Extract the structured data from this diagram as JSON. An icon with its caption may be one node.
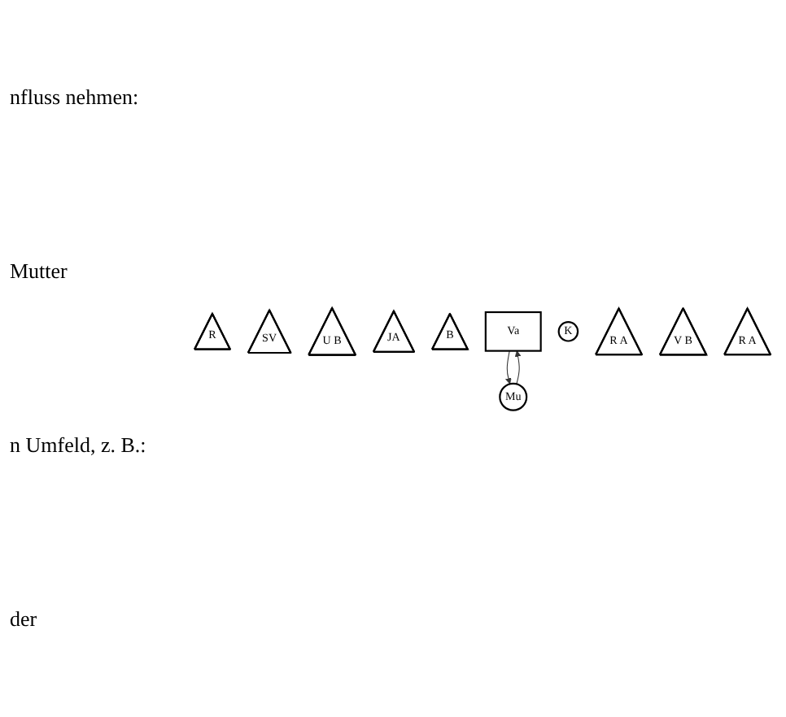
{
  "diagram": {
    "nodes": [
      {
        "text": [
          "R"
        ]
      },
      {
        "text": [
          "SV"
        ]
      },
      {
        "text": [
          "U B"
        ]
      },
      {
        "text": [
          "JA"
        ]
      },
      {
        "text": [
          "B"
        ]
      },
      {
        "text": [
          "Va"
        ]
      },
      {
        "text": [
          "Mu"
        ]
      },
      {
        "text": [
          "K"
        ]
      },
      {
        "text": [
          "R A"
        ]
      },
      {
        "text": [
          "V B"
        ]
      },
      {
        "text": [
          "R A"
        ]
      }
    ],
    "edges": [
      {
        "from": 5,
        "to": 6,
        "arrow": "to"
      },
      {
        "from": 6,
        "to": 5,
        "arrow": "to"
      }
    ],
    "labels": [
      "nfluss nehmen:",
      "Mutter",
      "n Umfeld, z. B.:",
      "der"
    ]
  }
}
